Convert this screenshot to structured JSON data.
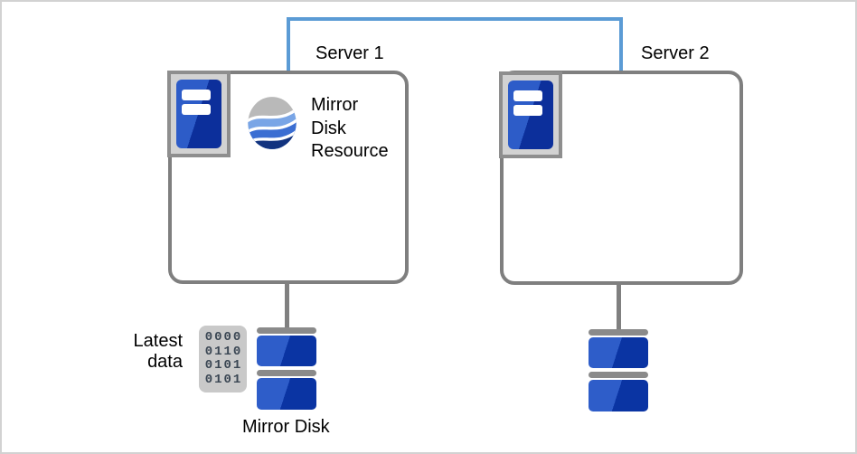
{
  "diagram": {
    "type": "cluster-mirror-disk-architecture"
  },
  "servers": [
    {
      "label": "Server 1"
    },
    {
      "label": "Server 2"
    }
  ],
  "mirror_disk_resource": {
    "lines": [
      "Mirror",
      "Disk",
      "Resource"
    ]
  },
  "latest_data": {
    "lines": [
      "Latest",
      "data"
    ],
    "binary_rows": [
      "0000",
      "0110",
      "0101",
      "0101"
    ]
  },
  "disk_label": "Mirror Disk",
  "colors": {
    "link_blue": "#5b9bd5",
    "box_border_gray": "#7f7f7f",
    "disk_blue_light": "#2e5dc9",
    "disk_blue_dark": "#0a34a3",
    "platter_bar_gray": "#8a8a8a",
    "icon_frame_gray": "#d2d2d2",
    "binary_box_gray": "#c9c9c9",
    "binary_digit": "#3a4653",
    "logo_gray": "#b9b9b9",
    "logo_blue_light": "#79a5e6",
    "logo_blue_mid": "#3b6ed2",
    "logo_blue_dark": "#12337f"
  }
}
